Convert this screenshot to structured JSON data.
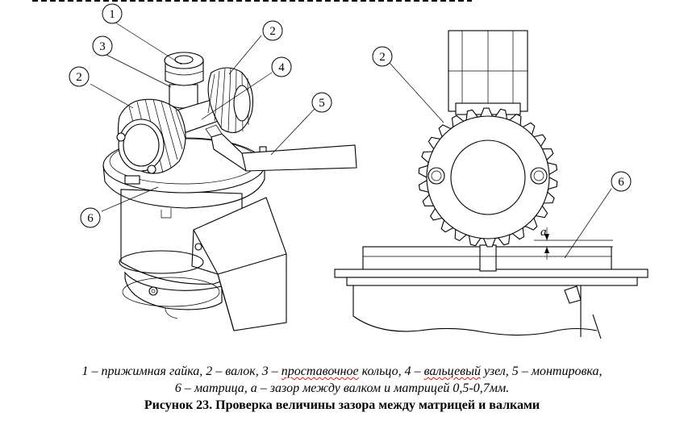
{
  "callouts": {
    "left": [
      {
        "id": "L1",
        "label": "1"
      },
      {
        "id": "L3",
        "label": "3"
      },
      {
        "id": "L2a",
        "label": "2"
      },
      {
        "id": "L2b",
        "label": "2"
      },
      {
        "id": "L4",
        "label": "4"
      },
      {
        "id": "L5",
        "label": "5"
      },
      {
        "id": "L6",
        "label": "6"
      }
    ],
    "right": [
      {
        "id": "R2",
        "label": "2"
      },
      {
        "id": "R6",
        "label": "6"
      }
    ],
    "gap_label": "a"
  },
  "caption": {
    "legend_line1": {
      "p1": "1 – прижимная гайка, 2 – валок, 3 – ",
      "p2": "проставочное",
      "p3": " кольцо, 4 – ",
      "p4": "вальцевый",
      "p5": " узел, 5 – монтировка,"
    },
    "legend_line2": "6 – матрица, а – зазор между валком и матрицей 0,5-0,7мм.",
    "figure_title": "Рисунок 23. Проверка величины зазора между матрицей и валками"
  }
}
